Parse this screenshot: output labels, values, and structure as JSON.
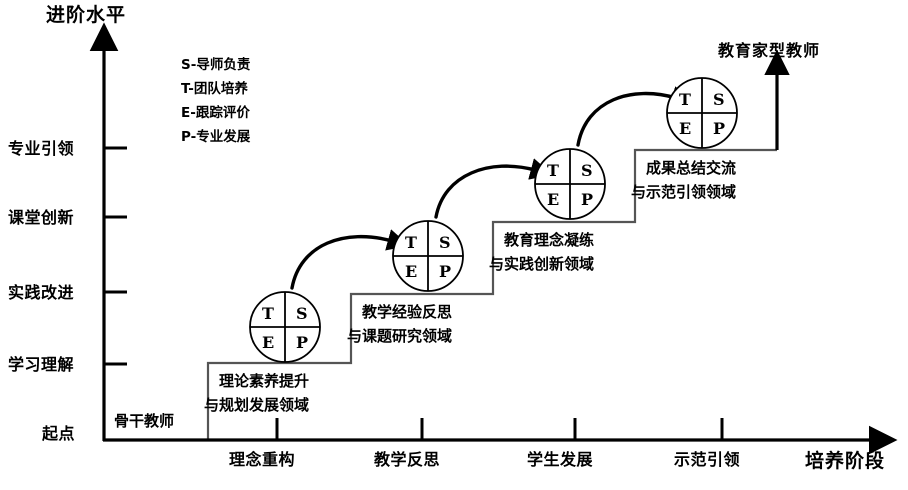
{
  "diagram": {
    "title_y_axis": "进阶水平",
    "title_x_axis": "培养阶段",
    "goal_label": "教育家型教师",
    "origin_label": "起点",
    "start_actor_label": "骨干教师",
    "legend": [
      {
        "key": "S",
        "text": "S-导师负责"
      },
      {
        "key": "T",
        "text": "T-团队培养"
      },
      {
        "key": "E",
        "text": "E-跟踪评价"
      },
      {
        "key": "P",
        "text": "P-专业发展"
      }
    ],
    "y_ticks": [
      {
        "label": "专业引领"
      },
      {
        "label": "课堂创新"
      },
      {
        "label": "实践改进"
      },
      {
        "label": "学习理解"
      }
    ],
    "x_ticks": [
      {
        "label": "理念重构"
      },
      {
        "label": "教学反思"
      },
      {
        "label": "学生发展"
      },
      {
        "label": "示范引领"
      }
    ],
    "node_letters": {
      "tl": "T",
      "tr": "S",
      "bl": "E",
      "br": "P"
    },
    "steps": [
      {
        "line1": "理论素养提升",
        "line2": "与规划发展领域"
      },
      {
        "line1": "教学经验反思",
        "line2": "与课题研究领域"
      },
      {
        "line1": "教育理念凝练",
        "line2": "与实践创新领域"
      },
      {
        "line1": "成果总结交流",
        "line2": "与示范引领领域"
      }
    ],
    "colors": {
      "ink": "#000000",
      "step_line": "#555555",
      "background": "#ffffff"
    }
  }
}
